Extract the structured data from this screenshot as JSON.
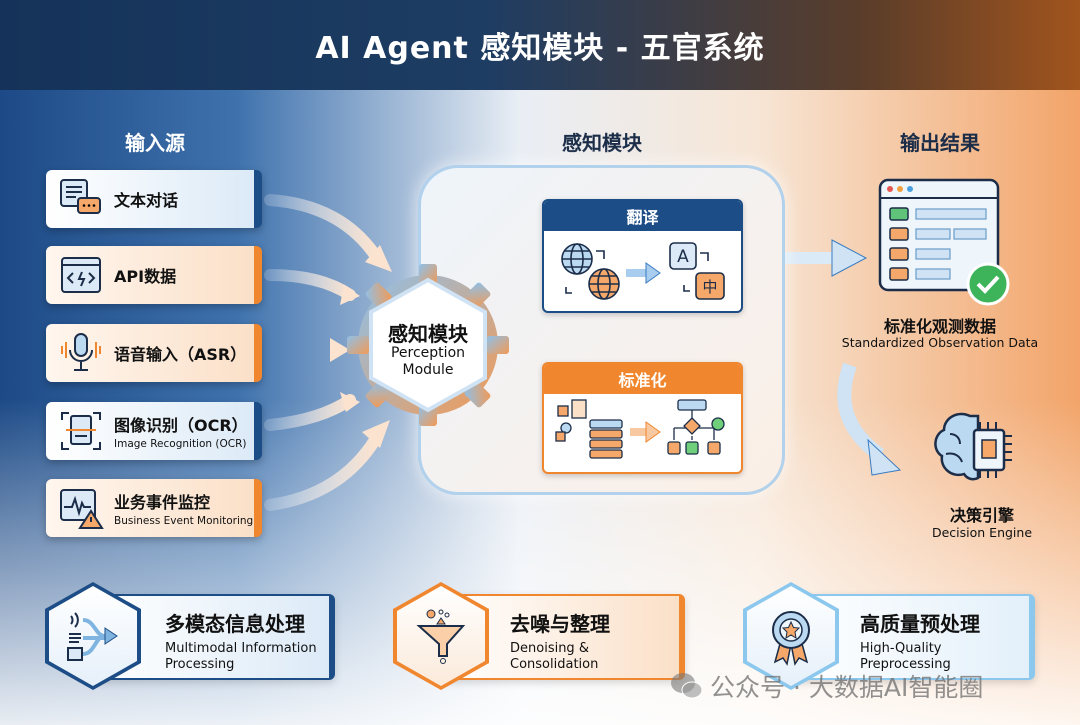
{
  "title": "AI Agent 感知模块 - 五官系统",
  "columns": {
    "input": "输入源",
    "perception": "感知模块",
    "output": "输出结果"
  },
  "inputs": [
    {
      "zh": "文本对话",
      "icon": "chat-document-icon"
    },
    {
      "zh": "API数据",
      "icon": "api-code-window-icon"
    },
    {
      "zh": "语音输入（ASR）",
      "icon": "microphone-icon"
    },
    {
      "zh": "图像识别（OCR）",
      "en": "Image Recognition (OCR)",
      "icon": "document-scan-icon"
    },
    {
      "zh": "业务事件监控",
      "en": "Business Event Monitoring",
      "icon": "monitor-warning-icon"
    }
  ],
  "core": {
    "zh": "感知模块",
    "en1": "Perception",
    "en2": "Module"
  },
  "translate": {
    "title": "翻译",
    "badge_a": "A",
    "badge_zh": "中"
  },
  "standardize": {
    "title": "标准化"
  },
  "output": {
    "zh": "标准化观测数据",
    "en": "Standardized Observation Data"
  },
  "decision": {
    "zh": "决策引擎",
    "en": "Decision Engine"
  },
  "features": [
    {
      "zh": "多模态信息处理",
      "en1": "Multimodal Information",
      "en2": "Processing",
      "icon": "multimodal-merge-icon"
    },
    {
      "zh": "去噪与整理",
      "en1": "Denoising &",
      "en2": "Consolidation",
      "icon": "funnel-icon"
    },
    {
      "zh": "高质量预处理",
      "en1": "High-Quality",
      "en2": "Preprocessing",
      "icon": "award-badge-icon"
    }
  ],
  "watermark": "公众号 · 大数据AI智能圈",
  "colors": {
    "navy": "#1d4d86",
    "orange": "#f0862e",
    "title_bg": "#15335a"
  }
}
